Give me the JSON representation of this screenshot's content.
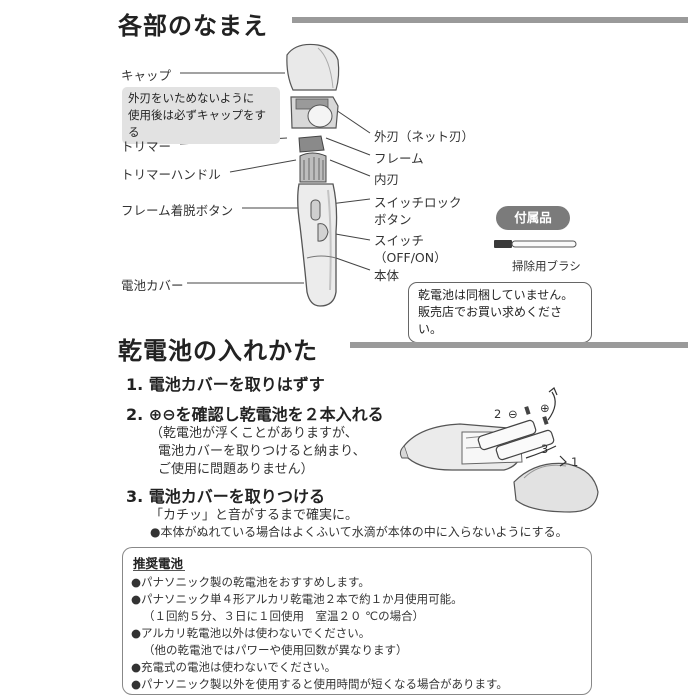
{
  "parts_section": {
    "title": "各部のなまえ",
    "labels": {
      "cap": "キャップ",
      "trimmer": "トリマー",
      "trimmer_handle": "トリマーハンドル",
      "frame_release_button": "フレーム着脱ボタン",
      "battery_cover": "電池カバー",
      "outer_blade": "外刃（ネット刃）",
      "frame": "フレーム",
      "inner_blade": "内刃",
      "switch_lock_line1": "スイッチロック",
      "switch_lock_line2": "ボタン",
      "switch_line1": "スイッチ",
      "switch_line2": "（OFF/ON）",
      "body": "本体"
    },
    "warning_line1": "外刃をいためないように",
    "warning_line2": "使用後は必ずキャップをする",
    "accessory_badge": "付属品",
    "accessory_item": "掃除用ブラシ",
    "notice_line1": "乾電池は同梱していません。",
    "notice_line2": "販売店でお買い求めください。"
  },
  "battery_section": {
    "title": "乾電池の入れかた",
    "step1": "1. 電池カバーを取りはずす",
    "step2": "2. ⊕⊖を確認し乾電池を２本入れる",
    "step2_note1": "（乾電池が浮くことがありますが、",
    "step2_note2": "電池カバーを取りつけると納まり、",
    "step2_note3": "ご使用に問題ありません）",
    "step3": "3. 電池カバーを取りつける",
    "step3_note": "「カチッ」と音がするまで確実に。",
    "step3_bullet": "●本体がぬれている場合はよくふいて水滴が本体の中に入らないようにする。",
    "figure_marks": {
      "num1": "1",
      "num2": "2",
      "num3": "3",
      "minus": "⊖",
      "plus": "⊕"
    }
  },
  "recommended": {
    "title": "推奨電池",
    "items": [
      "●パナソニック製の乾電池をおすすめします。",
      "●パナソニック単４形アルカリ乾電池２本で約１か月使用可能。",
      "（１回約５分、３日に１回使用　室温２０ ℃の場合）",
      "●アルカリ乾電池以外は使わないでください。",
      "（他の乾電池ではパワーや使用回数が異なります）",
      "●充電式の電池は使わないでください。",
      "●パナソニック製以外を使用すると使用時間が短くなる場合があります。"
    ]
  }
}
